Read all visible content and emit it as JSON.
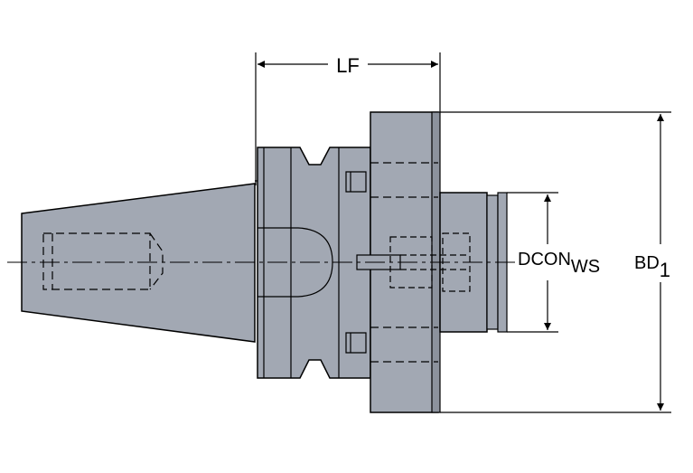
{
  "colors": {
    "body_fill": "#a2a8b3",
    "body_dark": "#8c929d",
    "outline": "#000000",
    "background": "#ffffff"
  },
  "labels": {
    "lf": "LF",
    "dcon_main": "DCON",
    "dcon_sub": "WS",
    "bd_main": "BD",
    "bd_sub": "1"
  }
}
